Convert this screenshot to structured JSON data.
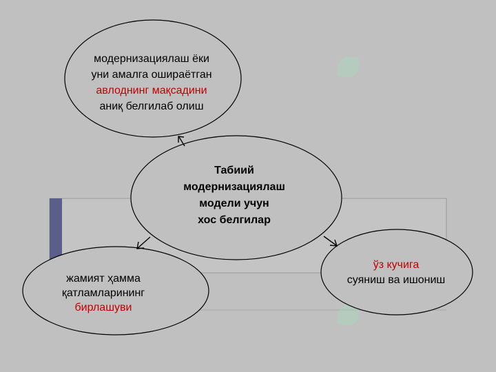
{
  "nodes": {
    "center": {
      "lines": [
        "Табиий",
        "модернизациялаш",
        "модели учун",
        "хос белгилар"
      ]
    },
    "top": {
      "lines": [
        {
          "text": "модернизациялаш ёки",
          "color": "black"
        },
        {
          "text": "уни амалга ошираётган",
          "color": "black"
        },
        {
          "text": "авлоднинг мақсадини",
          "color": "red"
        },
        {
          "text": "аниқ белгилаб олиш",
          "color": "black"
        }
      ]
    },
    "left": {
      "lines": [
        {
          "text": "жамият ҳамма",
          "color": "black"
        },
        {
          "text": "қатламларининг",
          "color": "black"
        },
        {
          "text": "бирлашуви",
          "color": "red"
        }
      ]
    },
    "right": {
      "lines": [
        {
          "text": "ўз кучига",
          "color": "red"
        },
        {
          "text": "суяниш ва ишониш",
          "color": "black"
        }
      ]
    }
  },
  "colors": {
    "background": "#c0c0c0",
    "ellipse_stroke": "#000000",
    "red_text": "#c00000",
    "accent_bar": "#5a5f8a"
  }
}
